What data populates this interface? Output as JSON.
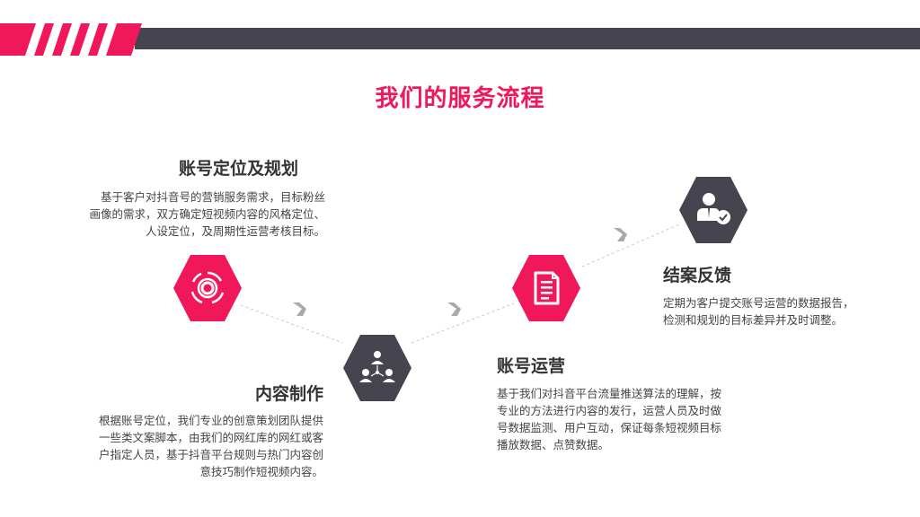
{
  "page": {
    "title": "我们的服务流程"
  },
  "colors": {
    "accent": "#f0185a",
    "dark": "#45444f",
    "connector": "#c8c8c8",
    "arrow": "#a9a9a9"
  },
  "steps": [
    {
      "title": "账号定位及规划",
      "desc": [
        "基于客户对抖音号的营销服务需求，目标粉丝",
        "画像的需求，双方确定短视频内容的风格定位、",
        "人设定位，及周期性运营考核目标。"
      ],
      "icon": "target-icon",
      "color": "accent"
    },
    {
      "title": "内容制作",
      "desc": [
        "根据账号定位，我们专业的创意策划团队提供",
        "一些类文案脚本，由我们的网红库的网红或客",
        "户指定人员，基于抖音平台规则与热门内容创",
        "意技巧制作短视频内容。"
      ],
      "icon": "team-network-icon",
      "color": "dark"
    },
    {
      "title": "账号运营",
      "desc": [
        "基于我们对抖音平台流量推送算法的理解，按",
        "专业的方法进行内容的发行，运营人员及时做",
        "号数据监测、用户互动，保证每条短视频目标",
        "播放数据、点赞数据。"
      ],
      "icon": "document-icon",
      "color": "accent"
    },
    {
      "title": "结案反馈",
      "desc": [
        "定期为客户提交账号运营的数据报告，",
        "检测和规划的目标差异并及时调整。"
      ],
      "icon": "user-check-icon",
      "color": "dark"
    }
  ]
}
